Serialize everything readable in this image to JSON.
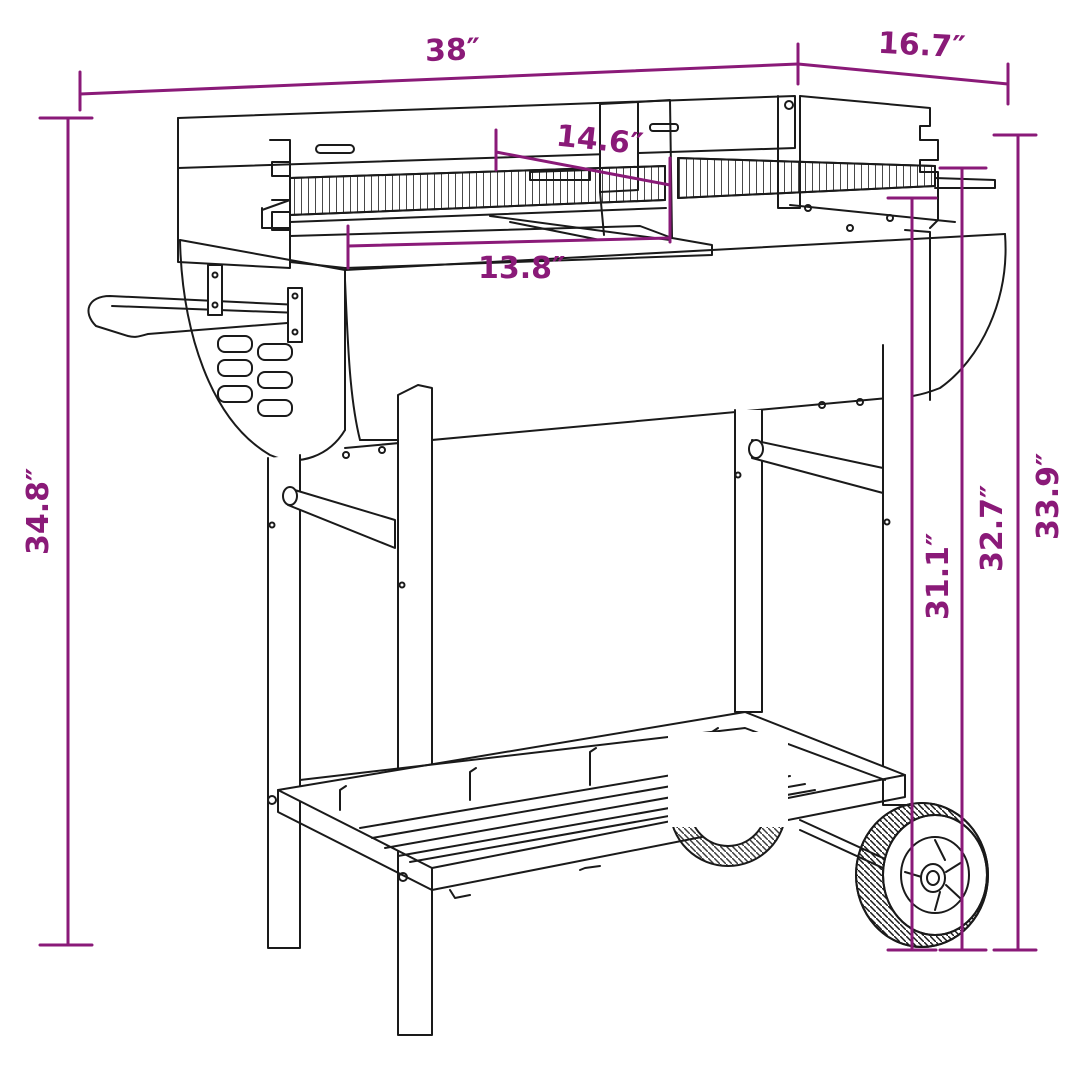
{
  "colors": {
    "dimension": "#8a1a78",
    "outline": "#1a1a1a",
    "background": "#ffffff"
  },
  "dimensions": {
    "overall_width": "38″",
    "overall_depth": "16.7″",
    "overall_height": "34.8″",
    "grill_depth": "14.6″",
    "grill_width": "13.8″",
    "grate_height": "31.1″",
    "side_panel_height": "32.7″",
    "back_panel_height": "33.9″"
  }
}
